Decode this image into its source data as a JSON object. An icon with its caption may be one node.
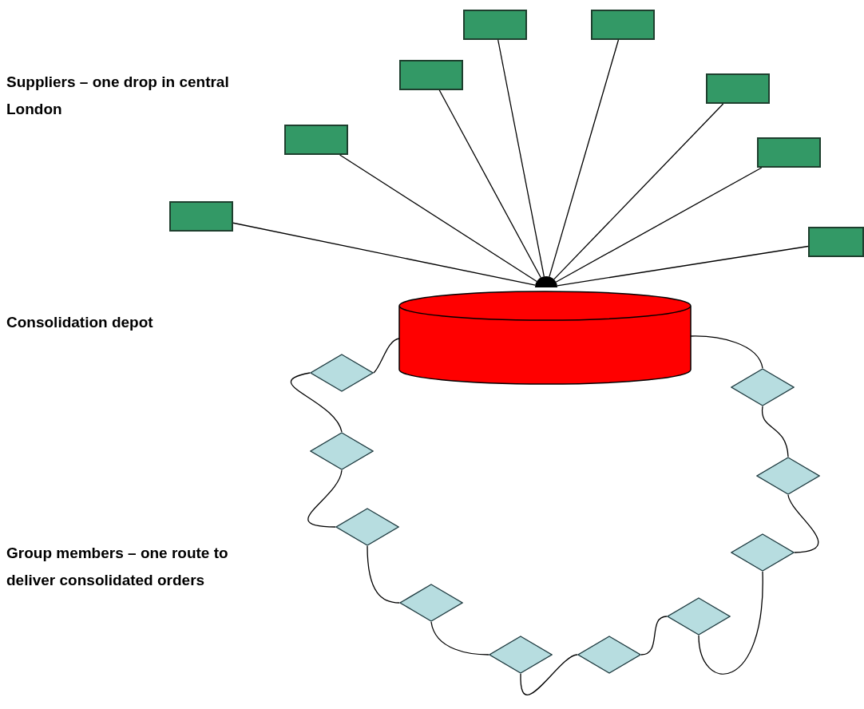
{
  "diagram": {
    "nodes": [
      {
        "text": [],
        "shape": "box"
      },
      {
        "text": [],
        "shape": "box"
      },
      {
        "text": [],
        "shape": "box"
      },
      {
        "text": [],
        "shape": "box"
      },
      {
        "text": [],
        "shape": "box"
      },
      {
        "text": [],
        "shape": "box"
      },
      {
        "text": [],
        "shape": "box"
      },
      {
        "text": [],
        "shape": "box"
      },
      {
        "text": [],
        "shape": "cylinder"
      },
      {
        "text": [],
        "shape": "circle"
      },
      {
        "text": [],
        "shape": "diamond"
      },
      {
        "text": [],
        "shape": "diamond"
      },
      {
        "text": [],
        "shape": "diamond"
      },
      {
        "text": [],
        "shape": "diamond"
      },
      {
        "text": [],
        "shape": "diamond"
      },
      {
        "text": [],
        "shape": "diamond"
      },
      {
        "text": [],
        "shape": "diamond"
      },
      {
        "text": [],
        "shape": "diamond"
      },
      {
        "text": [],
        "shape": "diamond"
      },
      {
        "text": [],
        "shape": "diamond"
      }
    ],
    "edges": [
      {
        "from": 0,
        "to": 9,
        "arrow": "none"
      },
      {
        "from": 1,
        "to": 9,
        "arrow": "none"
      },
      {
        "from": 2,
        "to": 9,
        "arrow": "none"
      },
      {
        "from": 3,
        "to": 9,
        "arrow": "none"
      },
      {
        "from": 4,
        "to": 9,
        "arrow": "none"
      },
      {
        "from": 5,
        "to": 9,
        "arrow": "none"
      },
      {
        "from": 6,
        "to": 9,
        "arrow": "none"
      },
      {
        "from": 7,
        "to": 9,
        "arrow": "none"
      },
      {
        "from": 8,
        "to": 10,
        "arrow": "none"
      },
      {
        "from": 10,
        "to": 11,
        "arrow": "none"
      },
      {
        "from": 11,
        "to": 12,
        "arrow": "none"
      },
      {
        "from": 12,
        "to": 13,
        "arrow": "none"
      },
      {
        "from": 13,
        "to": 14,
        "arrow": "none"
      },
      {
        "from": 14,
        "to": 15,
        "arrow": "none"
      },
      {
        "from": 15,
        "to": 16,
        "arrow": "none"
      },
      {
        "from": 16,
        "to": 17,
        "arrow": "none"
      },
      {
        "from": 17,
        "to": 18,
        "arrow": "none"
      },
      {
        "from": 18,
        "to": 19,
        "arrow": "none"
      },
      {
        "from": 19,
        "to": 8,
        "arrow": "none"
      }
    ],
    "labels": [
      "Suppliers – one drop in central London",
      "Consolidation depot",
      "Group members – one route to deliver consolidated orders"
    ]
  }
}
